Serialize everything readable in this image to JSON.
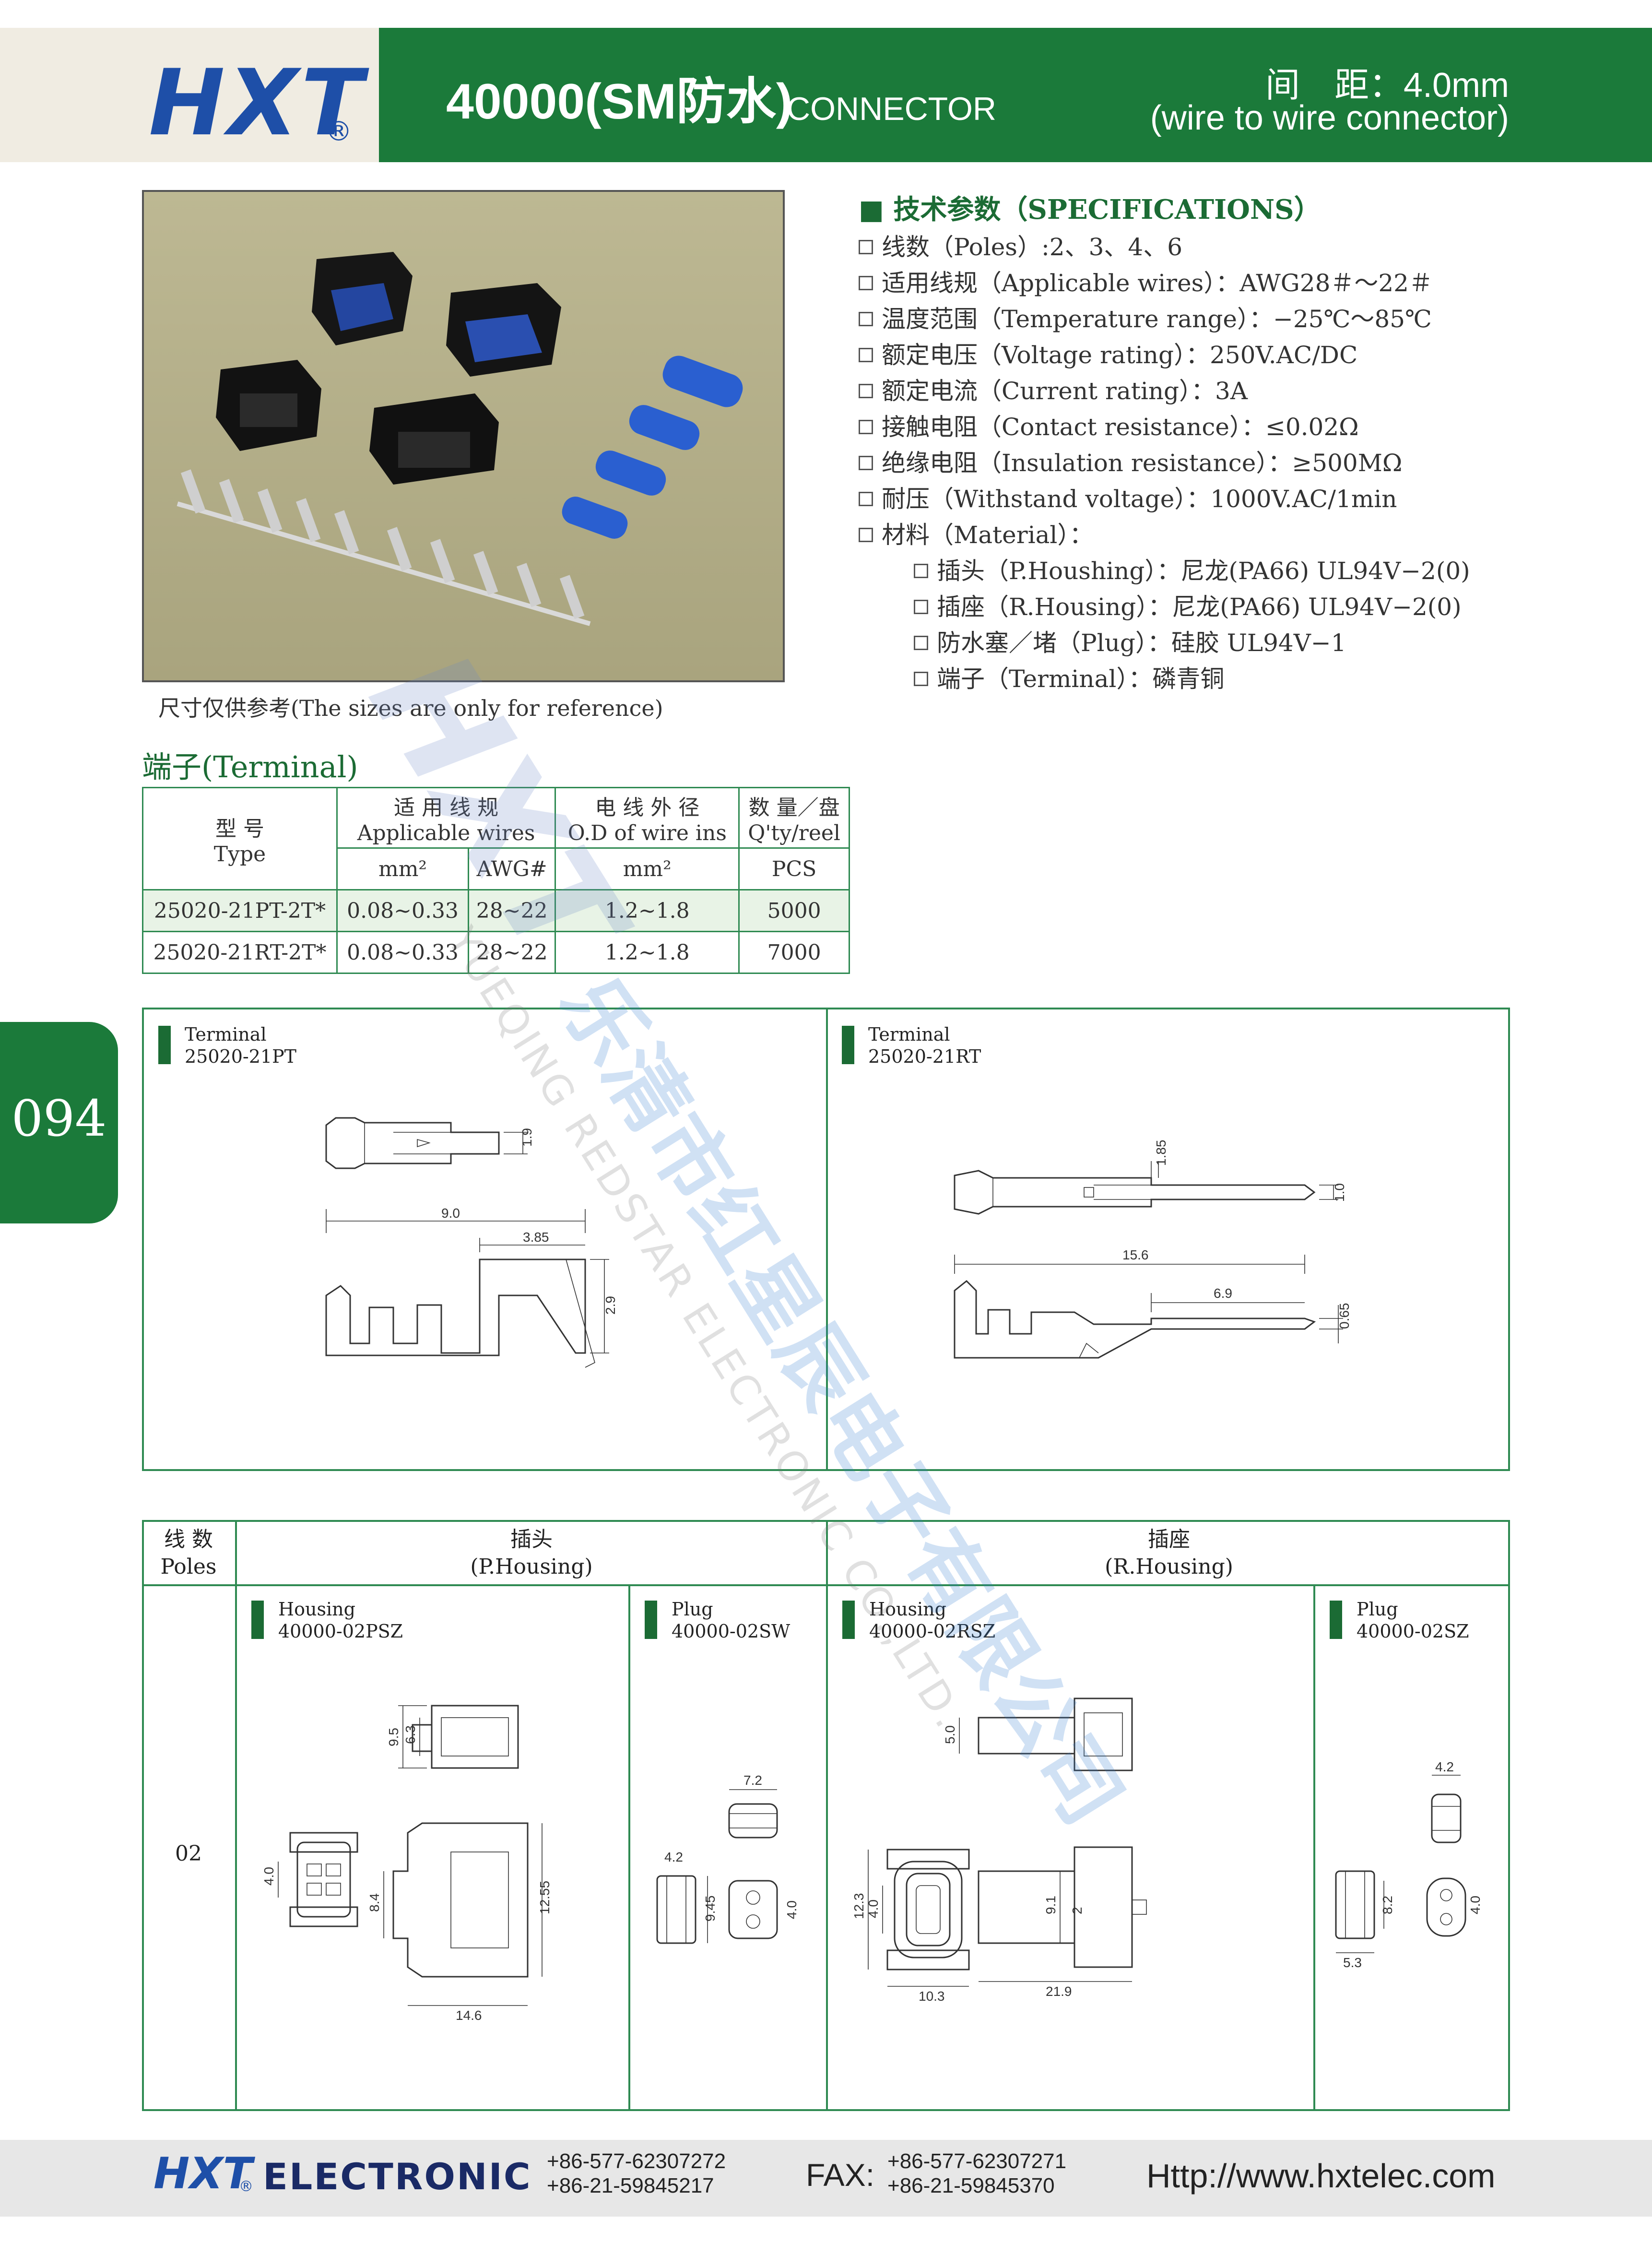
{
  "header": {
    "logo": "HXT",
    "logo_reg": "®",
    "series_title": "40000(SM防水)",
    "series_sub": "CONNECTOR",
    "pitch_line": "间　距：4.0mm",
    "pitch_type": "(wire to wire connector)"
  },
  "photo": {
    "caption": "尺寸仅供参考(The sizes are only for reference)"
  },
  "specs": {
    "heading": "■ 技术参数（SPECIFICATIONS）",
    "items": [
      "线数（Poles）:2、3、4、6",
      "适用线规（Applicable wires）：AWG28＃～22＃",
      "温度范围（Temperature range）：−25℃～85℃",
      "额定电压（Voltage rating）：250V.AC/DC",
      "额定电流（Current rating）：3A",
      "接触电阻（Contact resistance）：≤0.02Ω",
      "绝缘电阻（Insulation resistance）：≥500MΩ",
      "耐压（Withstand voltage）：1000V.AC/1min",
      "材料（Material）："
    ],
    "materials": [
      "插头（P.Houshing）：尼龙(PA66) UL94V−2(0)",
      "插座（R.Housing）：尼龙(PA66) UL94V−2(0)",
      "防水塞／堵（Plug）：硅胶 UL94V−1",
      "端子（Terminal）：磷青铜"
    ]
  },
  "terminal_table": {
    "title": "端子(Terminal)",
    "h_type_cn": "型 号",
    "h_type_en": "Type",
    "h_wires_cn": "适 用 线 规",
    "h_wires_en": "Applicable wires",
    "h_od_cn": "电 线 外 径",
    "h_od_en": "O.D of wire ins",
    "h_qty_cn": "数 量／盘",
    "h_qty_en": "Q'ty/reel",
    "u_mm2": "mm²",
    "u_awg": "AWG#",
    "u_od": "mm²",
    "u_pcs": "PCS",
    "rows": [
      {
        "type": "25020-21PT-2T*",
        "mm2": "0.08~0.33",
        "awg": "28~22",
        "od": "1.2~1.8",
        "qty": "5000"
      },
      {
        "type": "25020-21RT-2T*",
        "mm2": "0.08~0.33",
        "awg": "28~22",
        "od": "1.2~1.8",
        "qty": "7000"
      }
    ]
  },
  "page_number": "094",
  "terminal_drawings": {
    "left": {
      "label": "Terminal",
      "part": "25020-21PT",
      "dims": [
        "1.9",
        "9.0",
        "3.85",
        "2.9"
      ]
    },
    "right": {
      "label": "Terminal",
      "part": "25020-21RT",
      "dims": [
        "1.85",
        "1.0",
        "15.6",
        "6.9",
        "0.65"
      ]
    }
  },
  "housing_table": {
    "poles_cn": "线 数",
    "poles_en": "Poles",
    "p_cn": "插头",
    "p_en": "(P.Housing)",
    "r_cn": "插座",
    "r_en": "(R.Housing)",
    "row_pole": "02",
    "cells": [
      {
        "label": "Housing",
        "part": "40000-02PSZ",
        "dims": [
          "9.5",
          "6.3",
          "4.0",
          "8.4",
          "12.55",
          "14.6"
        ]
      },
      {
        "label": "Plug",
        "part": "40000-02SW",
        "dims": [
          "7.2",
          "4.2",
          "9.45",
          "4.0"
        ]
      },
      {
        "label": "Housing",
        "part": "40000-02RSZ",
        "dims": [
          "5.0",
          "12.3",
          "4.0",
          "9.1",
          "2",
          "10.3",
          "21.9"
        ]
      },
      {
        "label": "Plug",
        "part": "40000-02SZ",
        "dims": [
          "4.2",
          "8.2",
          "4.0",
          "5.3"
        ]
      }
    ]
  },
  "watermark": {
    "brand": "HXT",
    "cn": "乐清市红星辰电子有限公司",
    "en": "YUEQING REDSTAR ELECTRONIC CO.,LTD."
  },
  "footer": {
    "logo": "HXT",
    "logo_reg": "®",
    "brand": "ELECTRONIC",
    "tel1": "+86-577-62307272",
    "tel2": "+86-21-59845217",
    "fax_label": "FAX:",
    "fax1": "+86-577-62307271",
    "fax2": "+86-21-59845370",
    "url": "Http://www.hxtelec.com"
  },
  "colors": {
    "brand_green": "#1b7a3a",
    "brand_blue": "#1e4fa8",
    "frame_green": "#2f8a52"
  }
}
